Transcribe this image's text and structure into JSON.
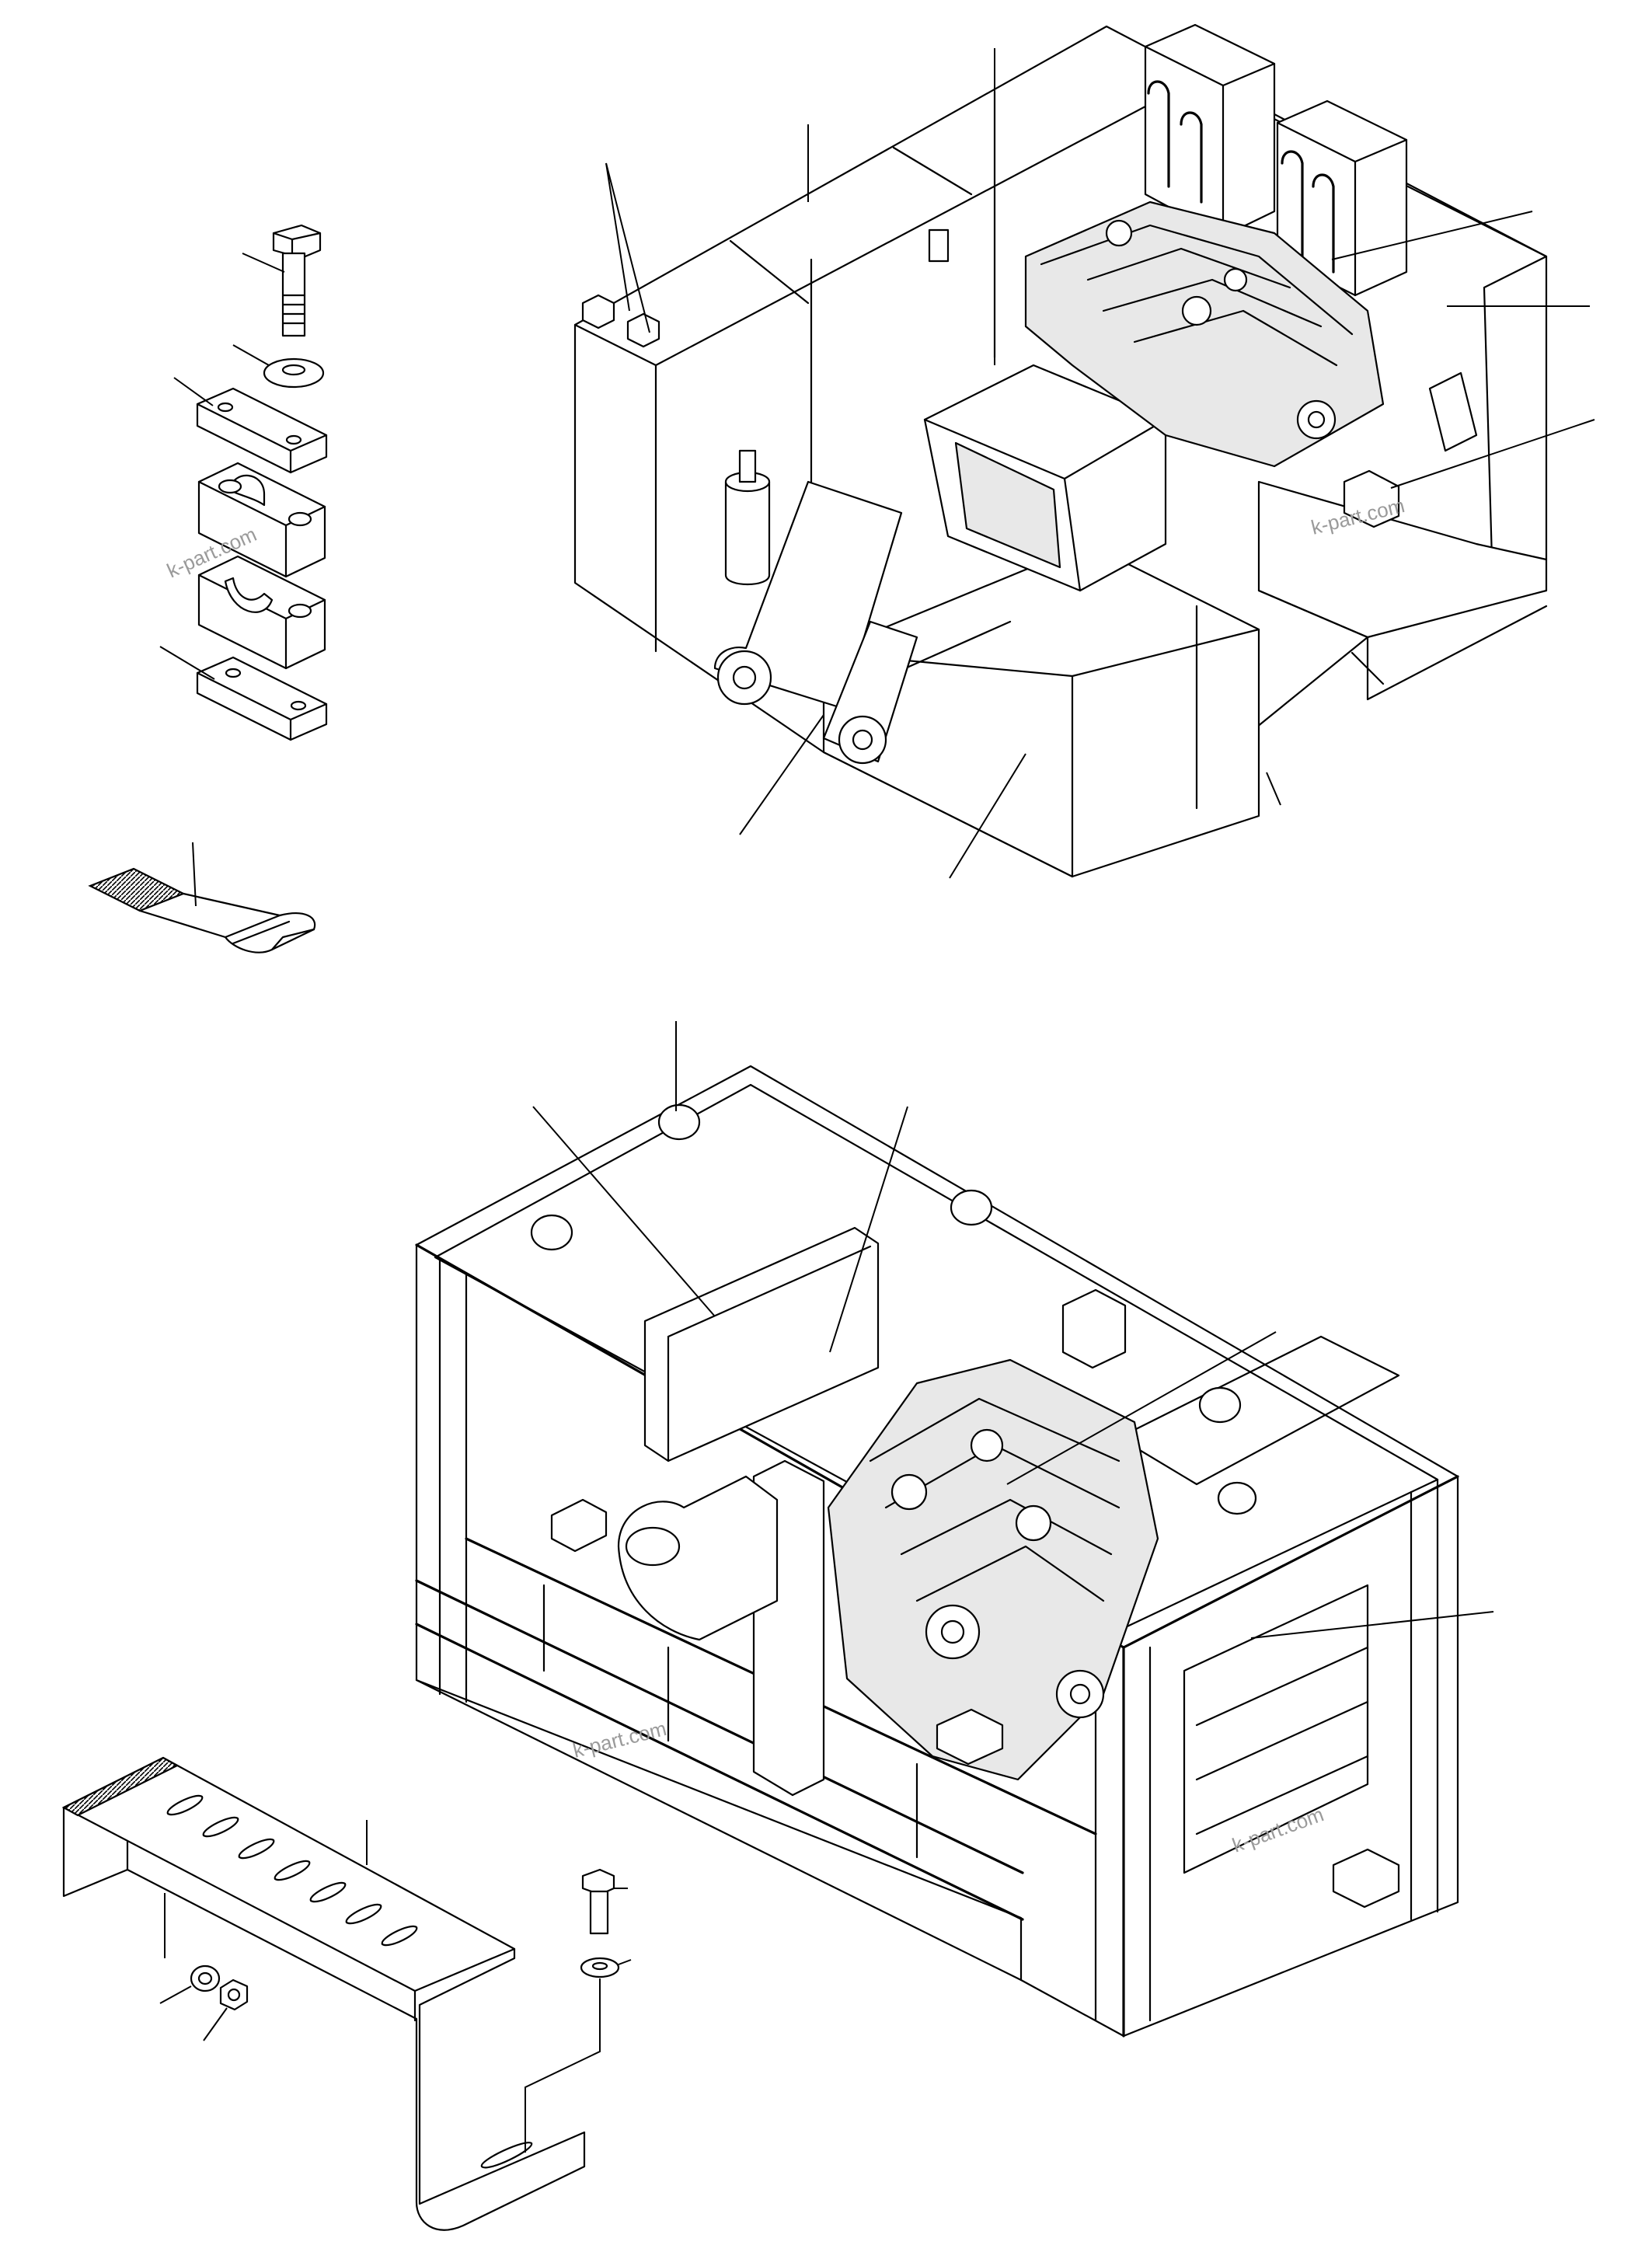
{
  "figure": {
    "watermarks": [
      {
        "text": "k-part.com"
      },
      {
        "text": "k-part.com"
      },
      {
        "text": "k-part.com"
      },
      {
        "text": "k-part.com"
      }
    ]
  }
}
